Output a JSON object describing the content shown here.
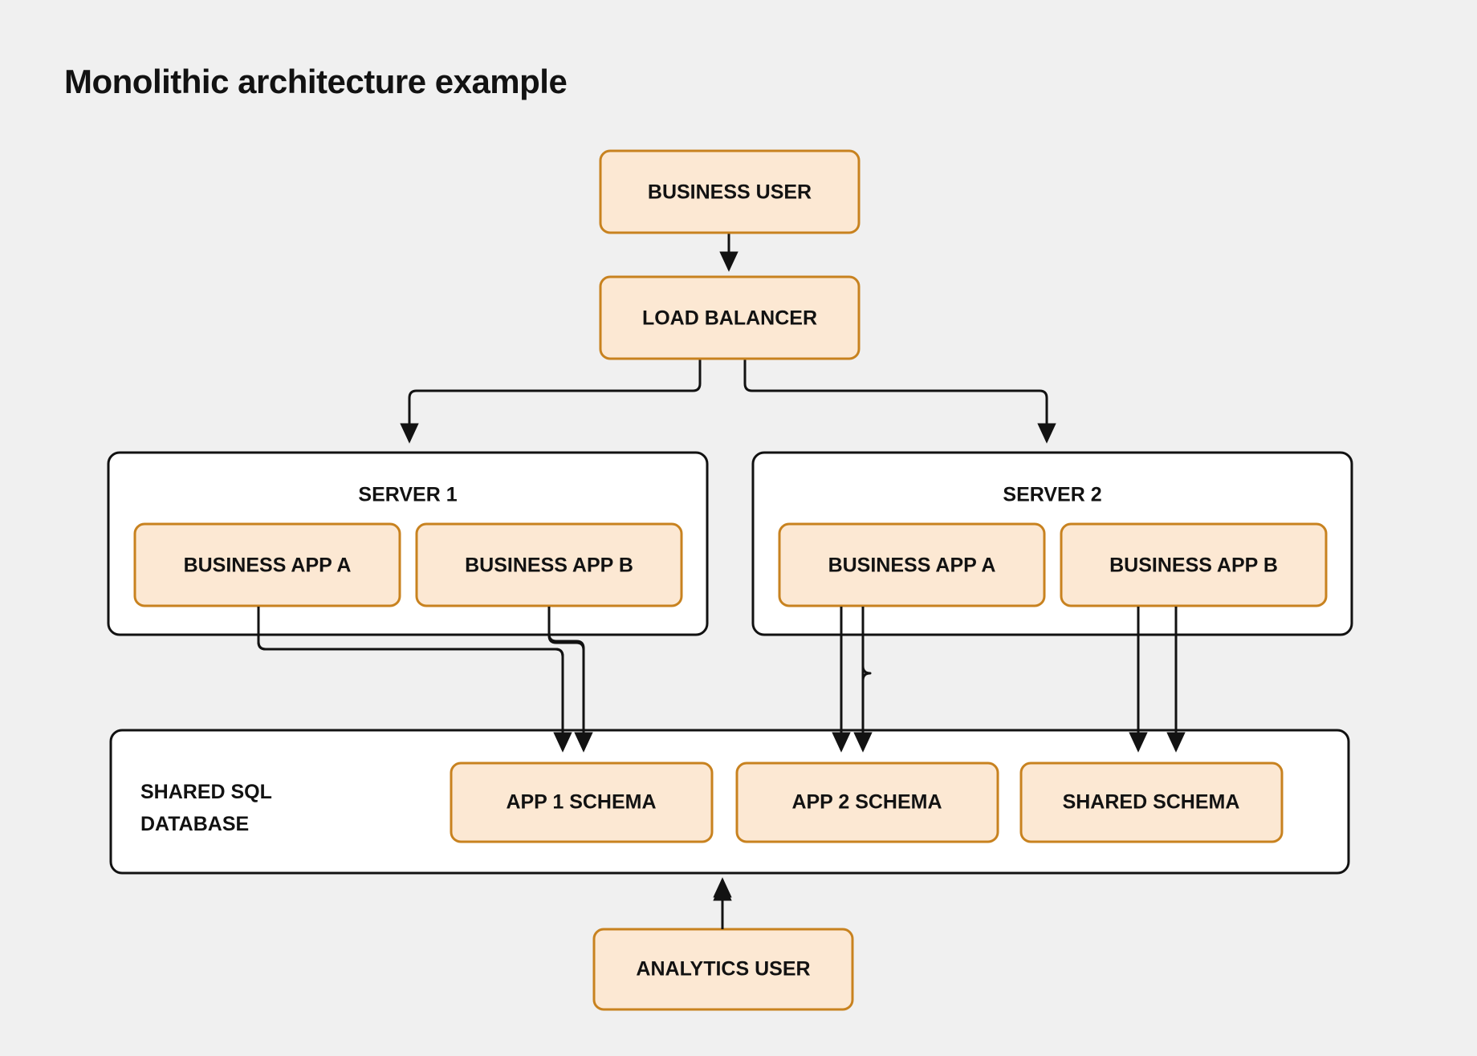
{
  "title": "Monolithic architecture example",
  "colors": {
    "background": "#f0f0f0",
    "node_fill": "#fce8d3",
    "node_border": "#c8821f",
    "container_fill": "#ffffff",
    "container_border": "#121212",
    "text": "#121212",
    "connector": "#121212"
  },
  "nodes": {
    "business_user": "BUSINESS USER",
    "load_balancer": "LOAD BALANCER",
    "server1": {
      "title": "SERVER 1",
      "apps": [
        "BUSINESS APP A",
        "BUSINESS APP B"
      ]
    },
    "server2": {
      "title": "SERVER 2",
      "apps": [
        "BUSINESS APP A",
        "BUSINESS APP B"
      ]
    },
    "database": {
      "title_line1": "SHARED SQL",
      "title_line2": "DATABASE",
      "schemas": [
        "APP 1 SCHEMA",
        "APP 2 SCHEMA",
        "SHARED SCHEMA"
      ]
    },
    "analytics_user": "ANALYTICS USER"
  },
  "connections": [
    {
      "from": "BUSINESS USER",
      "to": "LOAD BALANCER"
    },
    {
      "from": "LOAD BALANCER",
      "to": "SERVER 1"
    },
    {
      "from": "LOAD BALANCER",
      "to": "SERVER 2"
    },
    {
      "from": "SERVER 1 / BUSINESS APP A",
      "to": "APP 1 SCHEMA"
    },
    {
      "from": "SERVER 1 / BUSINESS APP B",
      "to": "APP 1 SCHEMA"
    },
    {
      "from": "SERVER 2 / BUSINESS APP A",
      "to": "APP 2 SCHEMA"
    },
    {
      "from": "SERVER 2 / BUSINESS APP A",
      "to": "APP 2 SCHEMA"
    },
    {
      "from": "SERVER 2 / BUSINESS APP B",
      "to": "SHARED SCHEMA"
    },
    {
      "from": "SERVER 2 / BUSINESS APP B",
      "to": "SHARED SCHEMA"
    },
    {
      "from": "ANALYTICS USER",
      "to": "SHARED SQL DATABASE"
    }
  ]
}
